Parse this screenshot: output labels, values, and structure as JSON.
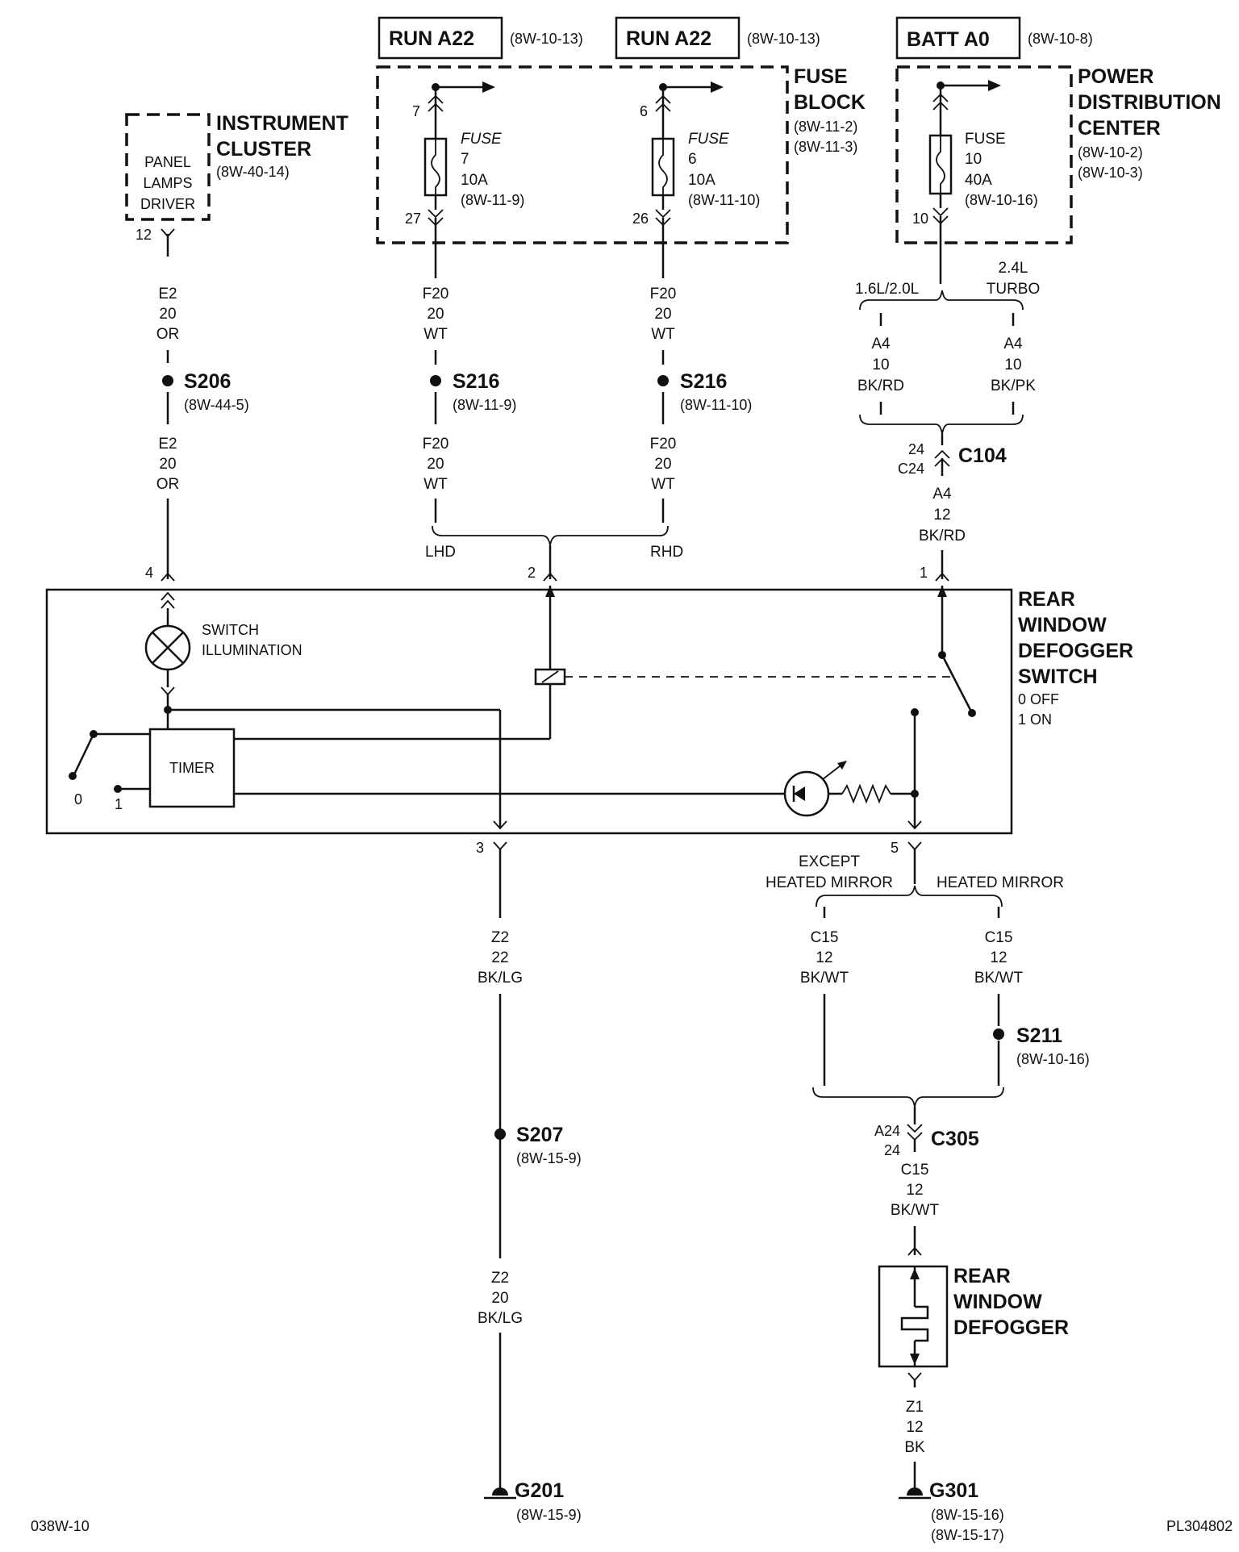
{
  "sources": {
    "run1": {
      "name": "RUN A22",
      "ref": "(8W-10-13)"
    },
    "run2": {
      "name": "RUN A22",
      "ref": "(8W-10-13)"
    },
    "batt": {
      "name": "BATT A0",
      "ref": "(8W-10-8)"
    }
  },
  "fuse_block": {
    "title1": "FUSE",
    "title2": "BLOCK",
    "ref1": "(8W-11-2)",
    "ref2": "(8W-11-3)"
  },
  "fuse7": {
    "in_pin": "7",
    "out_pin": "27",
    "label": "FUSE",
    "num": "7",
    "rating": "10A",
    "ref": "(8W-11-9)"
  },
  "fuse6": {
    "in_pin": "6",
    "out_pin": "26",
    "label": "FUSE",
    "num": "6",
    "rating": "10A",
    "ref": "(8W-11-10)"
  },
  "pdc": {
    "title1": "POWER",
    "title2": "DISTRIBUTION",
    "title3": "CENTER",
    "ref1": "(8W-10-2)",
    "ref2": "(8W-10-3)"
  },
  "fuse10": {
    "out_pin": "10",
    "label": "FUSE",
    "num": "10",
    "rating": "40A",
    "ref": "(8W-10-16)"
  },
  "cluster": {
    "title1": "INSTRUMENT",
    "title2": "CLUSTER",
    "ref": "(8W-40-14)",
    "line1": "PANEL",
    "line2": "LAMPS",
    "line3": "DRIVER",
    "pin": "12"
  },
  "wires": {
    "e2_top": {
      "code": "E2",
      "gauge": "20",
      "color": "OR"
    },
    "e2_bot": {
      "code": "E2",
      "gauge": "20",
      "color": "OR"
    },
    "f20_lt": {
      "code": "F20",
      "gauge": "20",
      "color": "WT"
    },
    "f20_rt": {
      "code": "F20",
      "gauge": "20",
      "color": "WT"
    },
    "f20_lb": {
      "code": "F20",
      "gauge": "20",
      "color": "WT"
    },
    "f20_rb": {
      "code": "F20",
      "gauge": "20",
      "color": "WT"
    },
    "a4_l": {
      "code": "A4",
      "gauge": "10",
      "color": "BK/RD"
    },
    "a4_r": {
      "code": "A4",
      "gauge": "10",
      "color": "BK/PK"
    },
    "a4_b": {
      "code": "A4",
      "gauge": "12",
      "color": "BK/RD"
    },
    "z2_top": {
      "code": "Z2",
      "gauge": "22",
      "color": "BK/LG"
    },
    "z2_bot": {
      "code": "Z2",
      "gauge": "20",
      "color": "BK/LG"
    },
    "c15_l": {
      "code": "C15",
      "gauge": "12",
      "color": "BK/WT"
    },
    "c15_r": {
      "code": "C15",
      "gauge": "12",
      "color": "BK/WT"
    },
    "c15_b": {
      "code": "C15",
      "gauge": "12",
      "color": "BK/WT"
    },
    "z1": {
      "code": "Z1",
      "gauge": "12",
      "color": "BK"
    }
  },
  "splices": {
    "s206": {
      "id": "S206",
      "ref": "(8W-44-5)"
    },
    "s216a": {
      "id": "S216",
      "ref": "(8W-11-9)"
    },
    "s216b": {
      "id": "S216",
      "ref": "(8W-11-10)"
    },
    "s207": {
      "id": "S207",
      "ref": "(8W-15-9)"
    },
    "s211": {
      "id": "S211",
      "ref": "(8W-10-16)"
    }
  },
  "options": {
    "eng_l": "1.6L/2.0L",
    "eng_r1": "2.4L",
    "eng_r2": "TURBO",
    "lhd": "LHD",
    "rhd": "RHD",
    "mir_l1": "EXCEPT",
    "mir_l2": "HEATED MIRROR",
    "mir_r": "HEATED MIRROR"
  },
  "c104": {
    "id": "C104",
    "pin_a": "24",
    "pin_b": "C24"
  },
  "c305": {
    "id": "C305",
    "pin_a": "A24",
    "pin_b": "24"
  },
  "switch": {
    "title1": "REAR",
    "title2": "WINDOW",
    "title3": "DEFOGGER",
    "title4": "SWITCH",
    "state0": "0 OFF",
    "state1": "1 ON",
    "illum1": "SWITCH",
    "illum2": "ILLUMINATION",
    "timer": "TIMER",
    "pos0": "0",
    "pos1": "1",
    "pin1": "1",
    "pin2": "2",
    "pin3": "3",
    "pin4": "4",
    "pin5": "5"
  },
  "defogger": {
    "title1": "REAR",
    "title2": "WINDOW",
    "title3": "DEFOGGER"
  },
  "grounds": {
    "g201": {
      "id": "G201",
      "ref": "(8W-15-9)"
    },
    "g301": {
      "id": "G301",
      "ref1": "(8W-15-16)",
      "ref2": "(8W-15-17)"
    }
  },
  "footer": {
    "left": "038W-10",
    "right": "PL304802"
  }
}
